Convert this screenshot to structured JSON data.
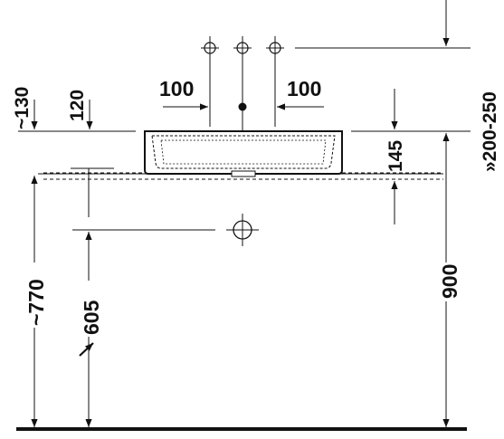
{
  "dimensions": {
    "spacing_left": "100",
    "spacing_right": "100",
    "mount_height": "200-250",
    "mount_prefix": "»",
    "top_offset_1": "~130",
    "top_offset_2": "120",
    "basin_depth": "145",
    "floor_to_rim": "900",
    "floor_to_top": "~770",
    "floor_to_drain": "605"
  }
}
